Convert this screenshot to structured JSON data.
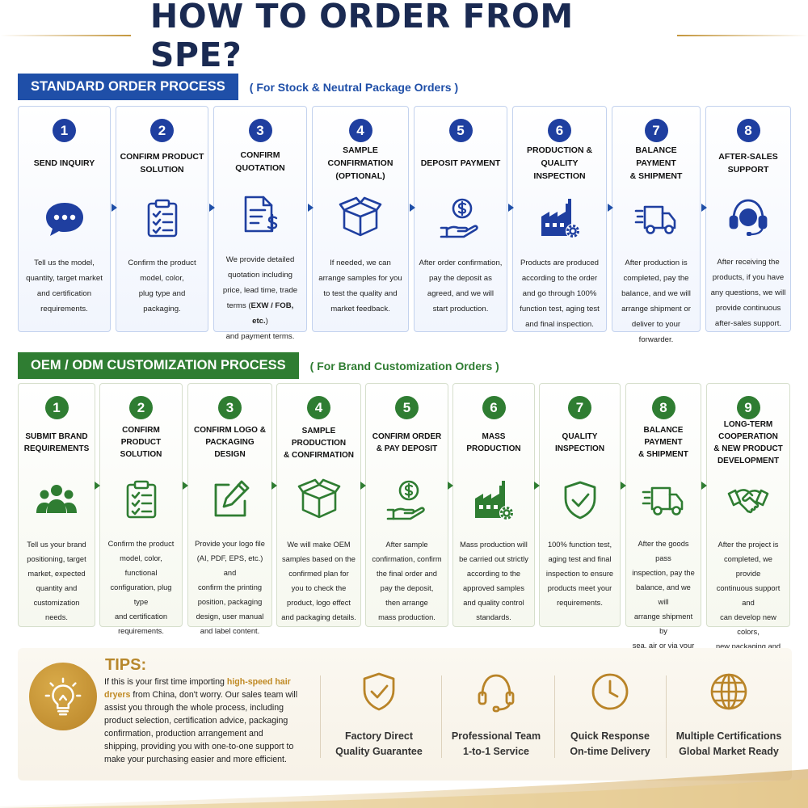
{
  "title": "HOW TO ORDER FROM SPE?",
  "standard": {
    "label": "STANDARD ORDER PROCESS",
    "sub": "( For Stock & Neutral Package Orders )",
    "steps": [
      {
        "num": "1",
        "title": "SEND INQUIRY",
        "icon": "chat-bubble-icon",
        "desc": "Tell us the model,\nquantity, target market\nand certification\nrequirements."
      },
      {
        "num": "2",
        "title": "CONFIRM PRODUCT\nSOLUTION",
        "icon": "clipboard-checklist-icon",
        "desc": "Confirm the product\nmodel, color,\nplug type and\npackaging."
      },
      {
        "num": "3",
        "title": "CONFIRM QUOTATION",
        "icon": "quotation-document-icon",
        "desc_pre": "We provide detailed\nquotation including\nprice, lead time, trade\nterms (",
        "desc_bold": "EXW / FOB, etc.",
        "desc_post": ")\nand payment terms."
      },
      {
        "num": "4",
        "title": "SAMPLE CONFIRMATION\n(OPTIONAL)",
        "icon": "package-box-icon",
        "desc": "If needed, we can\narrange samples for you\nto test the quality and\nmarket feedback."
      },
      {
        "num": "5",
        "title": "DEPOSIT PAYMENT",
        "icon": "hand-coin-icon",
        "desc": "After order confirmation,\npay the deposit as\nagreed, and we will\nstart production."
      },
      {
        "num": "6",
        "title": "PRODUCTION &\nQUALITY INSPECTION",
        "icon": "factory-gear-icon",
        "desc": "Products are produced\naccording to the order\nand go through 100%\nfunction test, aging test\nand final inspection."
      },
      {
        "num": "7",
        "title": "BALANCE PAYMENT\n& SHIPMENT",
        "icon": "delivery-truck-icon",
        "desc": "After production is\ncompleted, pay the\nbalance, and we will\narrange shipment or\ndeliver to your forwarder."
      },
      {
        "num": "8",
        "title": "AFTER-SALES\nSUPPORT",
        "icon": "headset-support-icon",
        "desc": "After receiving the\nproducts, if you have\nany questions, we will\nprovide continuous\nafter-sales support."
      }
    ]
  },
  "oem": {
    "label": "OEM / ODM CUSTOMIZATION PROCESS",
    "sub": "( For Brand Customization Orders )",
    "steps": [
      {
        "num": "1",
        "title": "SUBMIT BRAND\nREQUIREMENTS",
        "icon": "people-group-icon",
        "desc": "Tell us your brand\npositioning, target\nmarket, expected\nquantity and\ncustomization needs."
      },
      {
        "num": "2",
        "title": "CONFIRM PRODUCT\nSOLUTION",
        "icon": "clipboard-checklist-icon",
        "desc": "Confirm the product\nmodel, color, functional\nconfiguration, plug type\nand certification\nrequirements."
      },
      {
        "num": "3",
        "title": "CONFIRM LOGO &\nPACKAGING DESIGN",
        "icon": "edit-pencil-icon",
        "desc": "Provide your logo file\n(AI, PDF, EPS, etc.) and\nconfirm the printing\nposition, packaging\ndesign, user manual\nand label content."
      },
      {
        "num": "4",
        "title": "SAMPLE PRODUCTION\n& CONFIRMATION",
        "icon": "package-box-icon",
        "desc": "We will make OEM\nsamples based on the\nconfirmed plan for\nyou to check the\nproduct, logo effect\nand packaging details."
      },
      {
        "num": "5",
        "title": "CONFIRM ORDER\n& PAY DEPOSIT",
        "icon": "hand-coin-icon",
        "desc": "After sample\nconfirmation, confirm\nthe final order and\npay the deposit,\nthen arrange\nmass production."
      },
      {
        "num": "6",
        "title": "MASS PRODUCTION",
        "icon": "factory-gear-icon",
        "desc": "Mass production will\nbe carried out strictly\naccording to the\napproved samples\nand quality control\nstandards."
      },
      {
        "num": "7",
        "title": "QUALITY INSPECTION",
        "icon": "shield-check-icon",
        "desc": "100% function test,\naging test and final\ninspection to ensure\nproducts meet your\nrequirements."
      },
      {
        "num": "8",
        "title": "BALANCE PAYMENT\n& SHIPMENT",
        "icon": "delivery-truck-icon",
        "desc": "After the goods pass\ninspection, pay the\nbalance, and we will\narrange shipment by\nsea, air or via your\nforwarder."
      },
      {
        "num": "9",
        "title": "LONG-TERM COOPERATION\n& NEW PRODUCT\nDEVELOPMENT",
        "icon": "handshake-icon",
        "desc": "After the project is\ncompleted, we provide\ncontinuous support and\ncan develop new colors,\nnew packaging and new\nproducts based on\nmarket needs."
      }
    ]
  },
  "tips": {
    "title": "TIPS:",
    "text_pre": "If this is your first time importing ",
    "text_hl": "high-speed hair dryers",
    "text_post": " from China, don't worry. Our sales team will assist you through the whole process, including product selection, certification advice, packaging confirmation, production arrangement and shipping, providing you with one-to-one support to make your purchasing easier and more efficient.",
    "features": [
      {
        "icon": "shield-check-icon",
        "line1": "Factory Direct",
        "line2": "Quality Guarantee"
      },
      {
        "icon": "headset-icon",
        "line1": "Professional Team",
        "line2": "1-to-1 Service"
      },
      {
        "icon": "clock-icon",
        "line1": "Quick Response",
        "line2": "On-time Delivery"
      },
      {
        "icon": "globe-icon",
        "line1": "Multiple Certifications",
        "line2": "Global Market Ready"
      }
    ]
  },
  "colors": {
    "blue": "#1f4fa8",
    "navy": "#1a2a52",
    "green": "#2f7d32",
    "gold": "#b7872c"
  }
}
